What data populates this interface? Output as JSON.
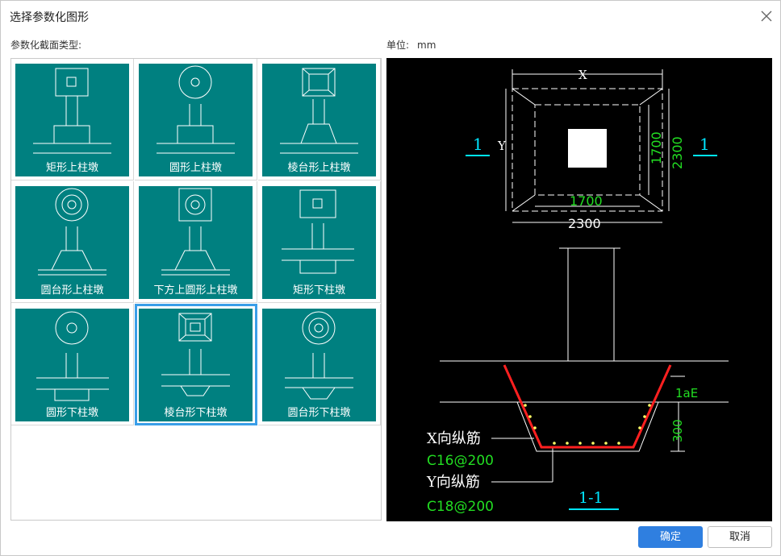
{
  "dialog": {
    "title": "选择参数化图形",
    "close_icon": "close-icon"
  },
  "left_label": "参数化截面类型:",
  "unit": {
    "label": "单位:",
    "value": "mm"
  },
  "shapes": [
    {
      "label": "矩形上柱墩",
      "selected": false
    },
    {
      "label": "圆形上柱墩",
      "selected": false
    },
    {
      "label": "棱台形上柱墩",
      "selected": false
    },
    {
      "label": "圆台形上柱墩",
      "selected": false
    },
    {
      "label": "下方上圆形上柱墩",
      "selected": false
    },
    {
      "label": "矩形下柱墩",
      "selected": false
    },
    {
      "label": "圆形下柱墩",
      "selected": false
    },
    {
      "label": "棱台形下柱墩",
      "selected": true
    },
    {
      "label": "圆台形下柱墩",
      "selected": false
    }
  ],
  "preview": {
    "dim_x": "X",
    "dim_y": "Y",
    "inner_w": "1700",
    "outer_w": "2300",
    "inner_h": "1700",
    "outer_h": "2300",
    "section_mark": "1",
    "lae": "1aE",
    "depth": "300",
    "x_rebar_label": "X向纵筋",
    "x_rebar_spec": "C16@200",
    "y_rebar_label": "Y向纵筋",
    "y_rebar_spec": "C18@200",
    "section_title": "1-1"
  },
  "buttons": {
    "ok": "确定",
    "cancel": "取消"
  },
  "colors": {
    "accent": "#2f7fe0",
    "thumb_bg": "#008080",
    "selected_border": "#3a9ee8",
    "dim_green": "#22dd22",
    "rebar_red": "#ff2020",
    "mark_cyan": "#00e5ff"
  }
}
